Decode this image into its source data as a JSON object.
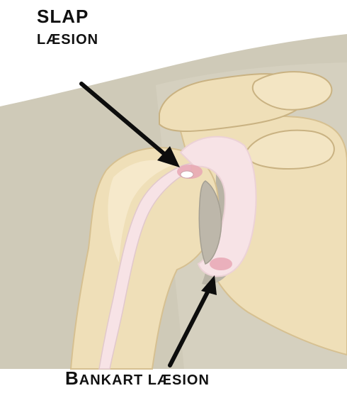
{
  "labels": {
    "slap_line1_initial": "SLAP",
    "slap_line2": "LÆSION",
    "bankart_initial": "B",
    "bankart_rest": "ANKART LÆSION"
  },
  "colors": {
    "background_skin": "#cfcab8",
    "bone": "#efdfb8",
    "bone_shadow": "#d9c294",
    "cartilage": "#f7e3e6",
    "lesion": "#e7a7b4",
    "arrow": "#0d0d0d"
  }
}
